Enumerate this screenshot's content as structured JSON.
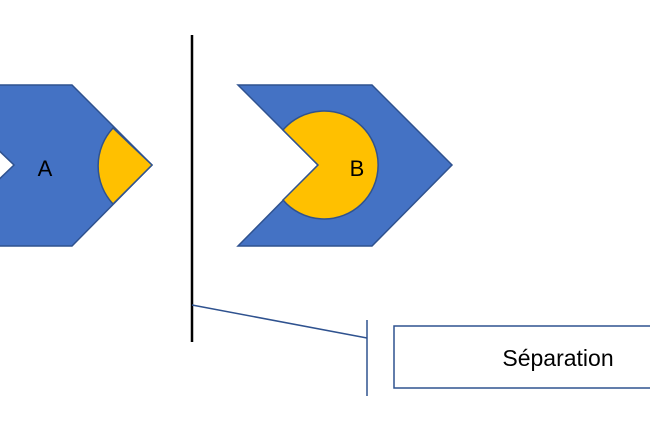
{
  "shapes": {
    "left": {
      "label": "A"
    },
    "right": {
      "label": "B"
    }
  },
  "callout": {
    "text": "Séparation"
  },
  "colors": {
    "chevron_fill": "#4472C4",
    "chevron_stroke": "#2F528F",
    "circle_fill": "#FFC000",
    "divider": "#000000",
    "callout_line": "#2F528F"
  }
}
